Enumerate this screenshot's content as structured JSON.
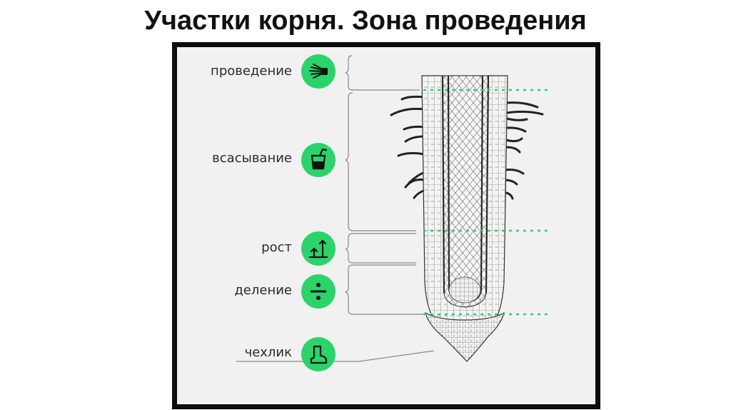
{
  "title": "Участки корня. Зона проведения",
  "zones": [
    {
      "label": "проведение",
      "icon": "water-conduct-icon"
    },
    {
      "label": "всасывание",
      "icon": "glass-straw-icon"
    },
    {
      "label": "рост",
      "icon": "growth-arrows-icon"
    },
    {
      "label": "деление",
      "icon": "division-sign-icon"
    },
    {
      "label": "чехлик",
      "icon": "boot-icon"
    }
  ],
  "colors": {
    "icon_green": "#2bd36a",
    "boundary_line": "#2bd36a",
    "frame": "#0d0d0d",
    "background": "#f1f1f1"
  }
}
